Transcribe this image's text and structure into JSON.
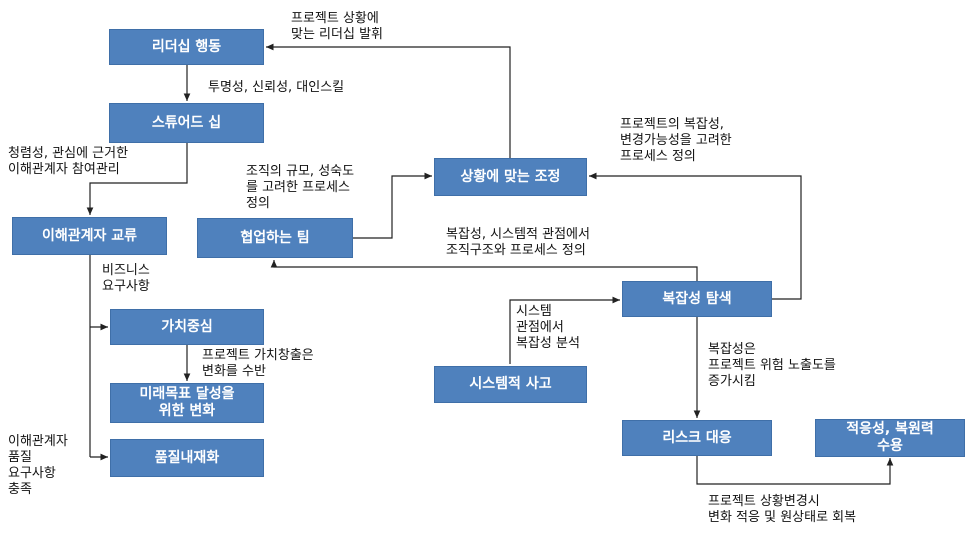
{
  "colors": {
    "box_fill": "#4f81bd",
    "box_text": "#ffffff",
    "line": "#222222",
    "label_text": "#111111"
  },
  "nodes": {
    "leadership": "리더십 행동",
    "stewardship": "스튜어드 십",
    "stakeholder": "이해관계자 교류",
    "value": "가치중심",
    "future": "미래목표 달성을\n위한 변화",
    "quality": "품질내재화",
    "team": "협업하는 팀",
    "tailoring": "상황에 맞는 조정",
    "complexity": "복잡성 탐색",
    "systems": "시스템적 사고",
    "risk": "리스크 대응",
    "resilience": "적응성, 복원력\n수용"
  },
  "labels": {
    "tailoring_to_leadership": "프로젝트 상황에\n맞는 리더십 발휘",
    "leadership_to_stewardship": "투명성, 신뢰성, 대인스킬",
    "stewardship_to_stakeholder": "청렴성, 관심에 근거한\n이해관계자 참여관리",
    "stakeholder_to_value": "비즈니스\n요구사항",
    "value_to_future": "프로젝트 가치창출은\n변화를 수반",
    "stakeholder_to_quality": "이해관계자\n품질\n요구사항\n충족",
    "team_to_tailoring": "조직의 규모, 성숙도\n를 고려한 프로세스\n정의",
    "complexity_to_tailoring": "프로젝트의 복잡성,\n변경가능성을 고려한\n프로세스 정의",
    "complexity_to_team": "복잡성, 시스템적 관점에서\n조직구조와 프로세스 정의",
    "systems_to_complexity": "시스템\n관점에서\n복잡성 분석",
    "complexity_to_risk": "복잡성은\n프로젝트 위험 노출도를\n증가시킴",
    "risk_to_resilience": "프로젝트 상황변경시\n변화 적응 및 원상태로 회복"
  }
}
